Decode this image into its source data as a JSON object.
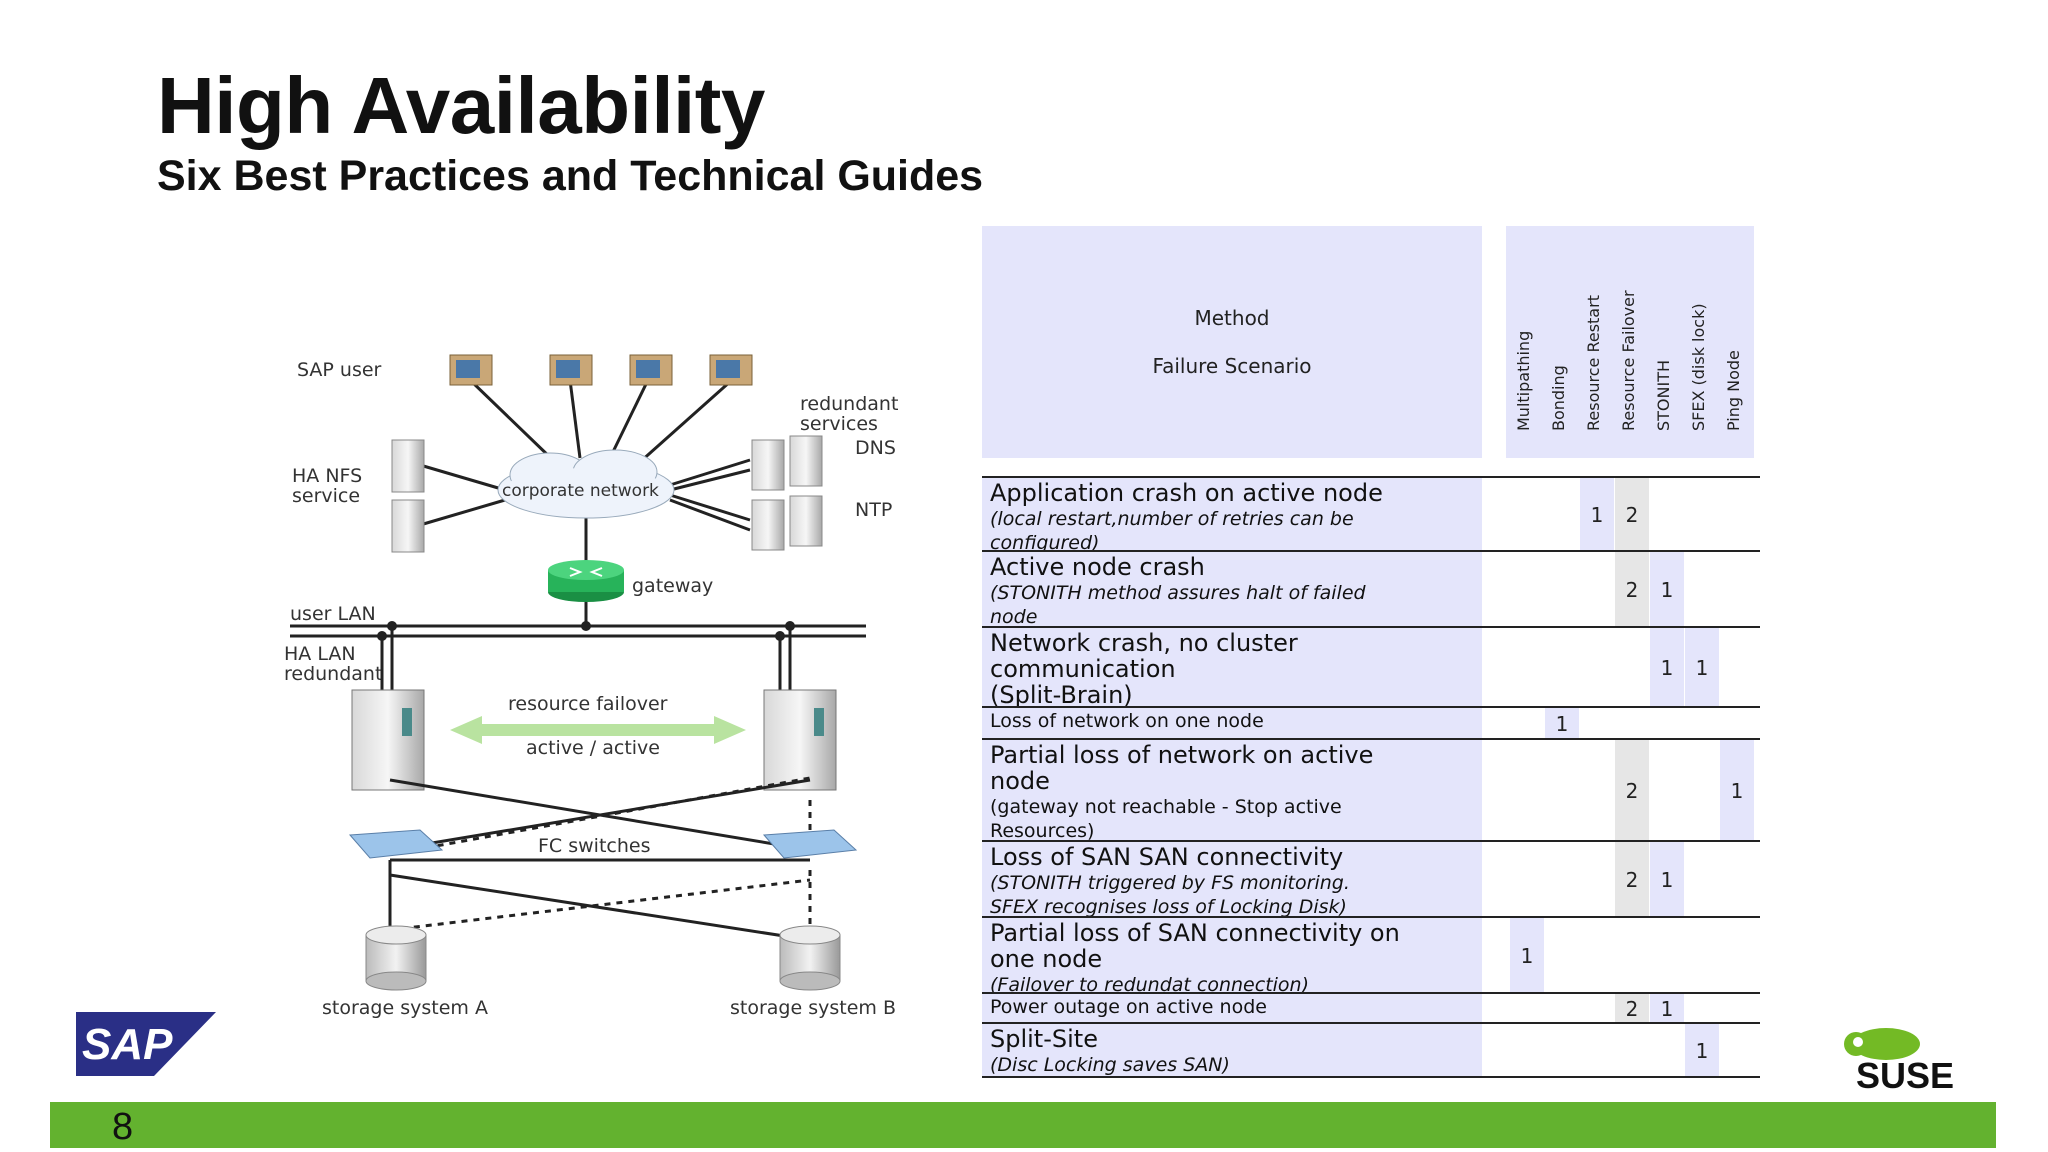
{
  "title": "High Availability",
  "subtitle": "Six Best Practices and Technical Guides",
  "diagram": {
    "labels": {
      "sap_user": "SAP user",
      "redundant_services": [
        "redundant",
        "services"
      ],
      "dns": "DNS",
      "ntp": "NTP",
      "ha_nfs": [
        "HA NFS",
        "service"
      ],
      "corporate_network": "corporate network",
      "gateway": "gateway",
      "user_lan": "user LAN",
      "ha_lan": [
        "HA LAN",
        "redundant"
      ],
      "resource_failover": "resource failover",
      "active_active": "active / active",
      "fc_switches": "FC switches",
      "storage_a": "storage system A",
      "storage_b": "storage system B"
    }
  },
  "table": {
    "header_method": "Method",
    "header_scenario": "Failure Scenario",
    "columns": [
      "Multipathing",
      "Bonding",
      "Resource Restart",
      "Resource Failover",
      "STONITH",
      "SFEX (disk lock)",
      "Ping Node"
    ],
    "rows": [
      {
        "title": [
          "Application crash on active node"
        ],
        "note": [
          "(local restart,number of retries can be",
          "configured)"
        ],
        "cells": [
          "",
          "",
          "1",
          "2",
          "",
          "",
          ""
        ]
      },
      {
        "title": [
          "Active node crash"
        ],
        "note": [
          "(STONITH method assures halt of failed",
          "node"
        ],
        "cells": [
          "",
          "",
          "",
          "2",
          "1",
          "",
          ""
        ]
      },
      {
        "title": [
          "Network crash, no cluster",
          "communication",
          "(Split-Brain)"
        ],
        "note": [],
        "cells": [
          "",
          "",
          "",
          "",
          "1",
          "1",
          ""
        ]
      },
      {
        "small": "Loss of network on one node",
        "cells": [
          "",
          "1",
          "",
          "",
          "",
          "",
          ""
        ]
      },
      {
        "title": [
          "Partial loss of network on active",
          "node"
        ],
        "plain_note": [
          "(gateway not reachable - Stop active",
          "Resources)"
        ],
        "cells": [
          "",
          "",
          "",
          "2",
          "",
          "",
          "1"
        ]
      },
      {
        "title": [
          "Loss of SAN  SAN connectivity"
        ],
        "note": [
          "(STONITH triggered by FS monitoring.",
          "SFEX recognises loss of Locking Disk)"
        ],
        "cells": [
          "",
          "",
          "",
          "2",
          "1",
          "",
          ""
        ]
      },
      {
        "title": [
          "Partial loss of SAN connectivity on",
          "one node"
        ],
        "note": [
          "(Failover to redundat connection)"
        ],
        "cells": [
          "1",
          "",
          "",
          "",
          "",
          "",
          ""
        ]
      },
      {
        "small": "Power outage on active node",
        "cells": [
          "",
          "",
          "",
          "2",
          "1",
          "",
          ""
        ]
      },
      {
        "title": [
          "Split-Site"
        ],
        "note": [
          "(Disc Locking saves SAN)"
        ],
        "cells": [
          "",
          "",
          "",
          "",
          "",
          "1",
          ""
        ]
      }
    ]
  },
  "logos": {
    "sap": "SAP",
    "suse": "SUSE"
  },
  "footer": {
    "page_number": "8"
  },
  "colors": {
    "table_blue": "#e4e5fb",
    "footer_green": "#63b22f",
    "sap_blue": "#2a2f86",
    "suse_green": "#73ba25"
  }
}
